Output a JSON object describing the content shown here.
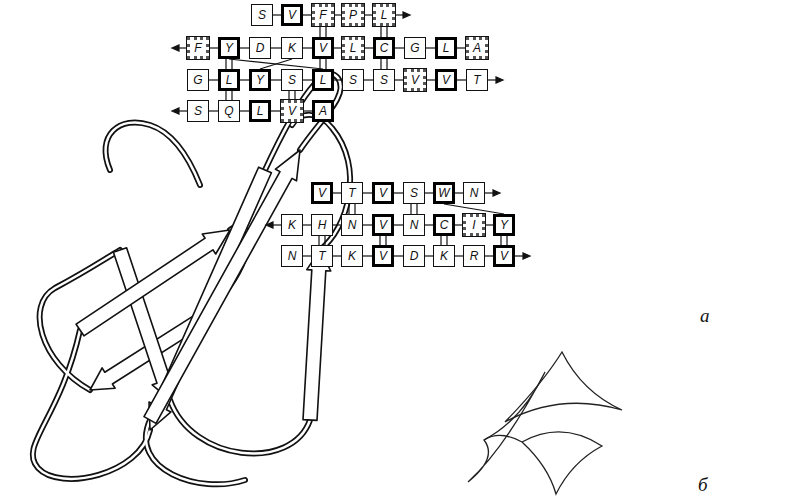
{
  "diagram": {
    "nodes": [
      {
        "text": [
          "S"
        ]
      },
      {
        "text": [
          "V"
        ]
      },
      {
        "text": [
          "F"
        ]
      },
      {
        "text": [
          "P"
        ]
      },
      {
        "text": [
          "L"
        ]
      },
      {
        "text": [
          "F"
        ]
      },
      {
        "text": [
          "Y"
        ]
      },
      {
        "text": [
          "D"
        ]
      },
      {
        "text": [
          "K"
        ]
      },
      {
        "text": [
          "V"
        ]
      },
      {
        "text": [
          "L"
        ]
      },
      {
        "text": [
          "C"
        ]
      },
      {
        "text": [
          "G"
        ]
      },
      {
        "text": [
          "L"
        ]
      },
      {
        "text": [
          "A"
        ]
      },
      {
        "text": [
          "G"
        ]
      },
      {
        "text": [
          "L"
        ]
      },
      {
        "text": [
          "Y"
        ]
      },
      {
        "text": [
          "S"
        ]
      },
      {
        "text": [
          "L"
        ]
      },
      {
        "text": [
          "S"
        ]
      },
      {
        "text": [
          "S"
        ]
      },
      {
        "text": [
          "V"
        ]
      },
      {
        "text": [
          "V"
        ]
      },
      {
        "text": [
          "T"
        ]
      },
      {
        "text": [
          "S"
        ]
      },
      {
        "text": [
          "Q"
        ]
      },
      {
        "text": [
          "L"
        ]
      },
      {
        "text": [
          "V"
        ]
      },
      {
        "text": [
          "A"
        ]
      },
      {
        "text": [
          "V"
        ]
      },
      {
        "text": [
          "T"
        ]
      },
      {
        "text": [
          "V"
        ]
      },
      {
        "text": [
          "S"
        ]
      },
      {
        "text": [
          "W"
        ]
      },
      {
        "text": [
          "N"
        ]
      },
      {
        "text": [
          "K"
        ]
      },
      {
        "text": [
          "H"
        ]
      },
      {
        "text": [
          "N"
        ]
      },
      {
        "text": [
          "V"
        ]
      },
      {
        "text": [
          "N"
        ]
      },
      {
        "text": [
          "C"
        ]
      },
      {
        "text": [
          "I"
        ]
      },
      {
        "text": [
          "Y"
        ]
      },
      {
        "text": [
          "N"
        ]
      },
      {
        "text": [
          "T"
        ]
      },
      {
        "text": [
          "K"
        ]
      },
      {
        "text": [
          "V"
        ]
      },
      {
        "text": [
          "D"
        ]
      },
      {
        "text": [
          "K"
        ]
      },
      {
        "text": [
          "R"
        ]
      },
      {
        "text": [
          "V"
        ]
      }
    ],
    "edges": [
      {
        "from": 0,
        "to": 1,
        "arrow": "none"
      },
      {
        "from": 1,
        "to": 2,
        "arrow": "none"
      },
      {
        "from": 2,
        "to": 3,
        "arrow": "none"
      },
      {
        "from": 3,
        "to": 4,
        "arrow": "none"
      },
      {
        "from": 5,
        "to": 6,
        "arrow": "none"
      },
      {
        "from": 6,
        "to": 7,
        "arrow": "none"
      },
      {
        "from": 7,
        "to": 8,
        "arrow": "none"
      },
      {
        "from": 8,
        "to": 9,
        "arrow": "none"
      },
      {
        "from": 9,
        "to": 10,
        "arrow": "none"
      },
      {
        "from": 10,
        "to": 11,
        "arrow": "none"
      },
      {
        "from": 11,
        "to": 12,
        "arrow": "none"
      },
      {
        "from": 12,
        "to": 13,
        "arrow": "none"
      },
      {
        "from": 13,
        "to": 14,
        "arrow": "none"
      },
      {
        "from": 15,
        "to": 16,
        "arrow": "none"
      },
      {
        "from": 16,
        "to": 17,
        "arrow": "none"
      },
      {
        "from": 17,
        "to": 18,
        "arrow": "none"
      },
      {
        "from": 18,
        "to": 19,
        "arrow": "none"
      },
      {
        "from": 19,
        "to": 20,
        "arrow": "none"
      },
      {
        "from": 20,
        "to": 21,
        "arrow": "none"
      },
      {
        "from": 21,
        "to": 22,
        "arrow": "none"
      },
      {
        "from": 22,
        "to": 23,
        "arrow": "none"
      },
      {
        "from": 23,
        "to": 24,
        "arrow": "none"
      },
      {
        "from": 25,
        "to": 26,
        "arrow": "none"
      },
      {
        "from": 26,
        "to": 27,
        "arrow": "none"
      },
      {
        "from": 27,
        "to": 28,
        "arrow": "none"
      },
      {
        "from": 28,
        "to": 29,
        "arrow": "none"
      },
      {
        "from": 30,
        "to": 31,
        "arrow": "none"
      },
      {
        "from": 31,
        "to": 32,
        "arrow": "none"
      },
      {
        "from": 32,
        "to": 33,
        "arrow": "none"
      },
      {
        "from": 33,
        "to": 34,
        "arrow": "none"
      },
      {
        "from": 34,
        "to": 35,
        "arrow": "none"
      },
      {
        "from": 36,
        "to": 37,
        "arrow": "none"
      },
      {
        "from": 37,
        "to": 38,
        "arrow": "none"
      },
      {
        "from": 38,
        "to": 39,
        "arrow": "none"
      },
      {
        "from": 39,
        "to": 40,
        "arrow": "none"
      },
      {
        "from": 40,
        "to": 41,
        "arrow": "none"
      },
      {
        "from": 41,
        "to": 42,
        "arrow": "none"
      },
      {
        "from": 42,
        "to": 43,
        "arrow": "none"
      },
      {
        "from": 44,
        "to": 45,
        "arrow": "none"
      },
      {
        "from": 45,
        "to": 46,
        "arrow": "none"
      },
      {
        "from": 46,
        "to": 47,
        "arrow": "none"
      },
      {
        "from": 47,
        "to": 48,
        "arrow": "none"
      },
      {
        "from": 48,
        "to": 49,
        "arrow": "none"
      },
      {
        "from": 49,
        "to": 50,
        "arrow": "none"
      },
      {
        "from": 50,
        "to": 51,
        "arrow": "none"
      },
      {
        "from": 2,
        "to": 9,
        "arrow": "none"
      },
      {
        "from": 4,
        "to": 11,
        "arrow": "none"
      },
      {
        "from": 6,
        "to": 16,
        "arrow": "none"
      },
      {
        "from": 9,
        "to": 19,
        "arrow": "none"
      },
      {
        "from": 11,
        "to": 21,
        "arrow": "none"
      },
      {
        "from": 16,
        "to": 26,
        "arrow": "none"
      },
      {
        "from": 18,
        "to": 28,
        "arrow": "none"
      },
      {
        "from": 6,
        "to": 19,
        "arrow": "none"
      },
      {
        "from": 8,
        "to": 17,
        "arrow": "none"
      },
      {
        "from": 31,
        "to": 38,
        "arrow": "none"
      },
      {
        "from": 33,
        "to": 40,
        "arrow": "none"
      },
      {
        "from": 37,
        "to": 45,
        "arrow": "none"
      },
      {
        "from": 39,
        "to": 47,
        "arrow": "none"
      },
      {
        "from": 41,
        "to": 49,
        "arrow": "none"
      },
      {
        "from": 43,
        "to": 51,
        "arrow": "none"
      },
      {
        "from": 34,
        "to": 43,
        "arrow": "none"
      }
    ],
    "labels": [
      "а",
      "б"
    ]
  }
}
